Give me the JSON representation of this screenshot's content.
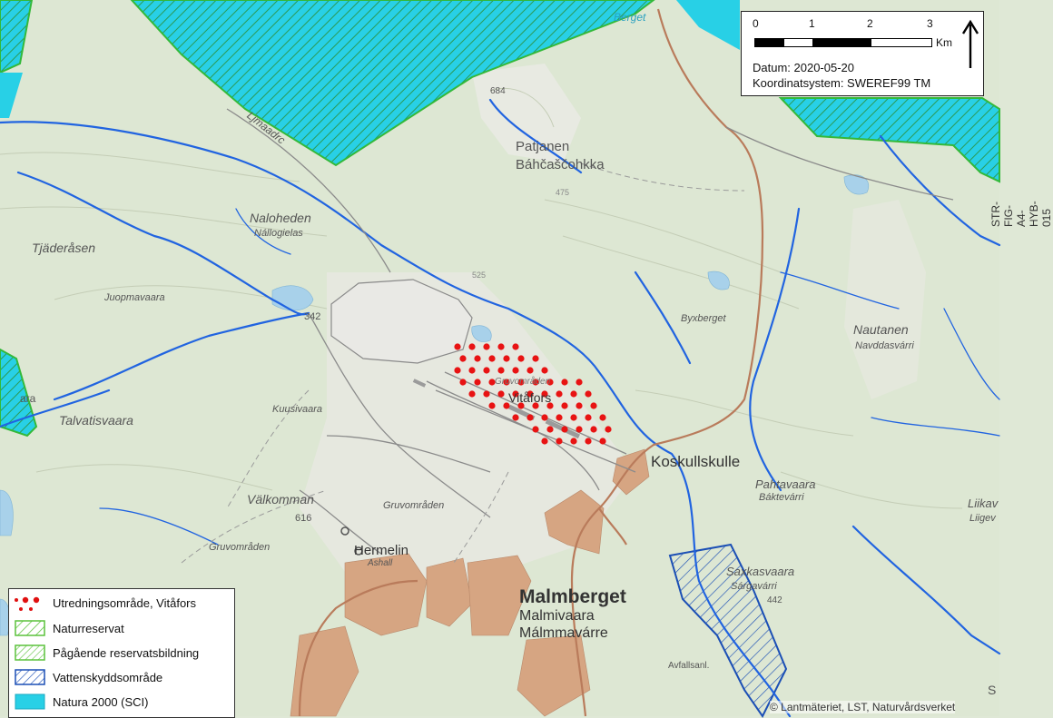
{
  "scale": {
    "ticks": [
      "0",
      "1",
      "2",
      "3"
    ],
    "unit": "Km",
    "date": "Datum: 2020-05-20",
    "crs": "Koordinatsystem: SWEREF99 TM"
  },
  "north_arrow": "north-arrow-icon",
  "legend": {
    "items": [
      {
        "label": "Utredningsområde, Vitåfors",
        "swatch": "red-dots"
      },
      {
        "label": "Naturreservat",
        "swatch": "green-hatch"
      },
      {
        "label": "Pågående reservatsbildning",
        "swatch": "green-hatch-light"
      },
      {
        "label": "Vattenskyddsområde",
        "swatch": "blue-hatch"
      },
      {
        "label": "Natura 2000 (SCI)",
        "swatch": "cyan-fill"
      }
    ]
  },
  "figure_id": "STR-FIG-A4-HYB-015",
  "copyright": "© Lantmäteriet, LST, Naturvårdsverket",
  "place_names": {
    "patjanen": "Patjanen",
    "bahcascohkka": "Báhčaščohkka",
    "naloheden": "Naloheden",
    "nallogielas": "Nállogielas",
    "tjaderasen": "Tjäderåsen",
    "juopmavaara": "Juopmavaara",
    "talvatisvaara": "Talvatisvaara",
    "kuusivaara": "Kuusivaara",
    "valkomman": "Välkomman",
    "gruvomraden1": "Gruvområden",
    "gruvomraden2": "Gruvområden",
    "gruvomraden3": "Gruvområden",
    "hermelin": "Hermelin",
    "malmberget": "Malmberget",
    "malmivaara": "Malmivaara",
    "malmmavarre": "Málmmavárre",
    "koskullskulle": "Koskullskulle",
    "pahtavaara": "Pahtavaara",
    "baktevarri": "Báktevárri",
    "byxberget": "Byxberget",
    "nautanen": "Nautanen",
    "navddasvarri": "Navddasvárri",
    "liikav": "Liikav",
    "liigev": "Liigev",
    "saxkasvaara": "Saxkasvaara",
    "saxkasvarri": "Sárgavárri",
    "vitafors": "Vitåfors",
    "ljmaadrc": "Ljmaadrc",
    "avfallsanl": "Avfallsanl.",
    "ashall": "Ashall",
    "e684": "684",
    "e342": "342",
    "e616": "616",
    "e442": "442",
    "e475": "475",
    "e525": "525",
    "berget": "Berget",
    "ara": "ara",
    "s": "S"
  }
}
